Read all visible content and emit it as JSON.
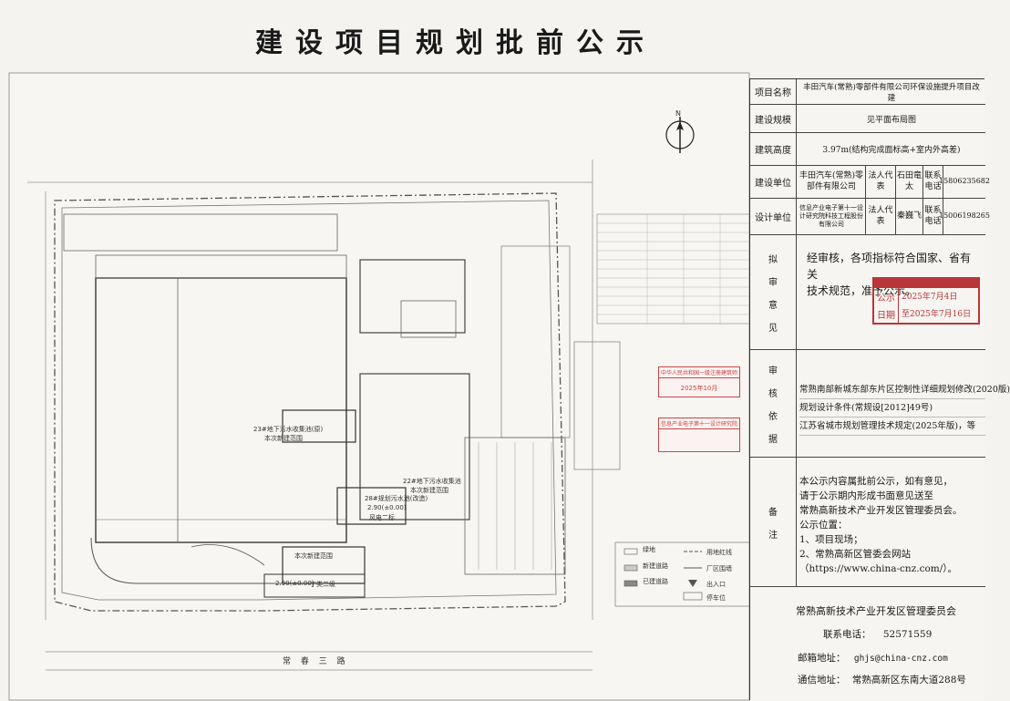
{
  "page_title": "建设项目规划批前公示",
  "info_table": {
    "project_name_label": "项目名称",
    "project_name": "丰田汽车(常熟)零部件有限公司环保设施提升项目改建",
    "scale_label": "建设规模",
    "scale": "见平面布局图",
    "height_label": "建筑高度",
    "height": "3.97m(结构完成面标高+室内外高差)",
    "builder_label": "建设单位",
    "builder_name": "丰田汽车(常熟)零部件有限公司",
    "builder_rep_label": "法人代表",
    "builder_rep": "石田竜太",
    "builder_phone_label": "联系电话",
    "builder_phone": "15806235682",
    "designer_label": "设计单位",
    "designer_name": "信息产业电子第十一设计研究院科技工程股份有限公司",
    "designer_rep_label": "法人代表",
    "designer_rep": "秦巍飞",
    "designer_phone_label": "联系电话",
    "designer_phone": "15006198265",
    "opinion_label_chars": [
      "拟",
      "审",
      "意",
      "见"
    ],
    "opinion_text_1": "经审核，各项指标符合国家、省有关",
    "opinion_text_2": "技术规范，准予公示。",
    "stamp_label_1": "公示",
    "stamp_label_2": "日期",
    "stamp_date_1": "2025年7月4日",
    "stamp_date_2": "至2025年7月16日",
    "basis_label_chars": [
      "审",
      "核",
      "依",
      "据"
    ],
    "basis_lines": [
      "常熟南部新城东部东片区控制性详细规划修改(2020版)",
      "规划设计条件(常规设[2012]49号)",
      "江苏省城市规划管理技术规定(2025年版)，等"
    ],
    "notes_label_chars": [
      "备",
      "注"
    ],
    "notes_lines": [
      "本公示内容属批前公示，如有意见，",
      "请于公示期内形成书面意见送至",
      "常熟高新技术产业开发区管理委员会。",
      "公示位置：",
      "1、项目现场；",
      "2、常熟高新区管委会网站",
      "（https://www.china-cnz.com/）。"
    ]
  },
  "contact": {
    "org": "常熟高新技术产业开发区管理委员会",
    "phone_label": "联系电话：",
    "phone": "52571559",
    "email_label": "邮箱地址：",
    "email": "ghjs@china-cnz.com",
    "address_label": "通信地址：",
    "address": "常熟高新区东南大道288号"
  },
  "drawing": {
    "labels": {
      "b23_new": "23#地下污水收集池(原)",
      "b23_new_sub": "本次新建范围",
      "b22_new": "22#地下污水收集池",
      "b22_new_sub": "本次新建范围",
      "b28": "28#规划污水池(改造)",
      "b28_val": "2.90(±0.00)",
      "b28_sub": "风电二标",
      "scope_bottom": "本次新建范围",
      "scope_bottom_2": "丁类二级",
      "bottom_tag": "2.90(±0.00)",
      "legend_1": "绿地",
      "legend_2": "新建道路",
      "legend_3": "已建道路",
      "legend_4": "用地红线",
      "legend_5": "厂区围墙",
      "legend_6": "出入口",
      "legend_7": "停车位",
      "north": "N",
      "road_bottom": "常 春 三 路",
      "stamp_top": "中华人民共和国一级注册建筑师",
      "stamp_mid": "信息产业电子第十一设计研究院",
      "stamp_bottom": "2025年10月"
    }
  }
}
